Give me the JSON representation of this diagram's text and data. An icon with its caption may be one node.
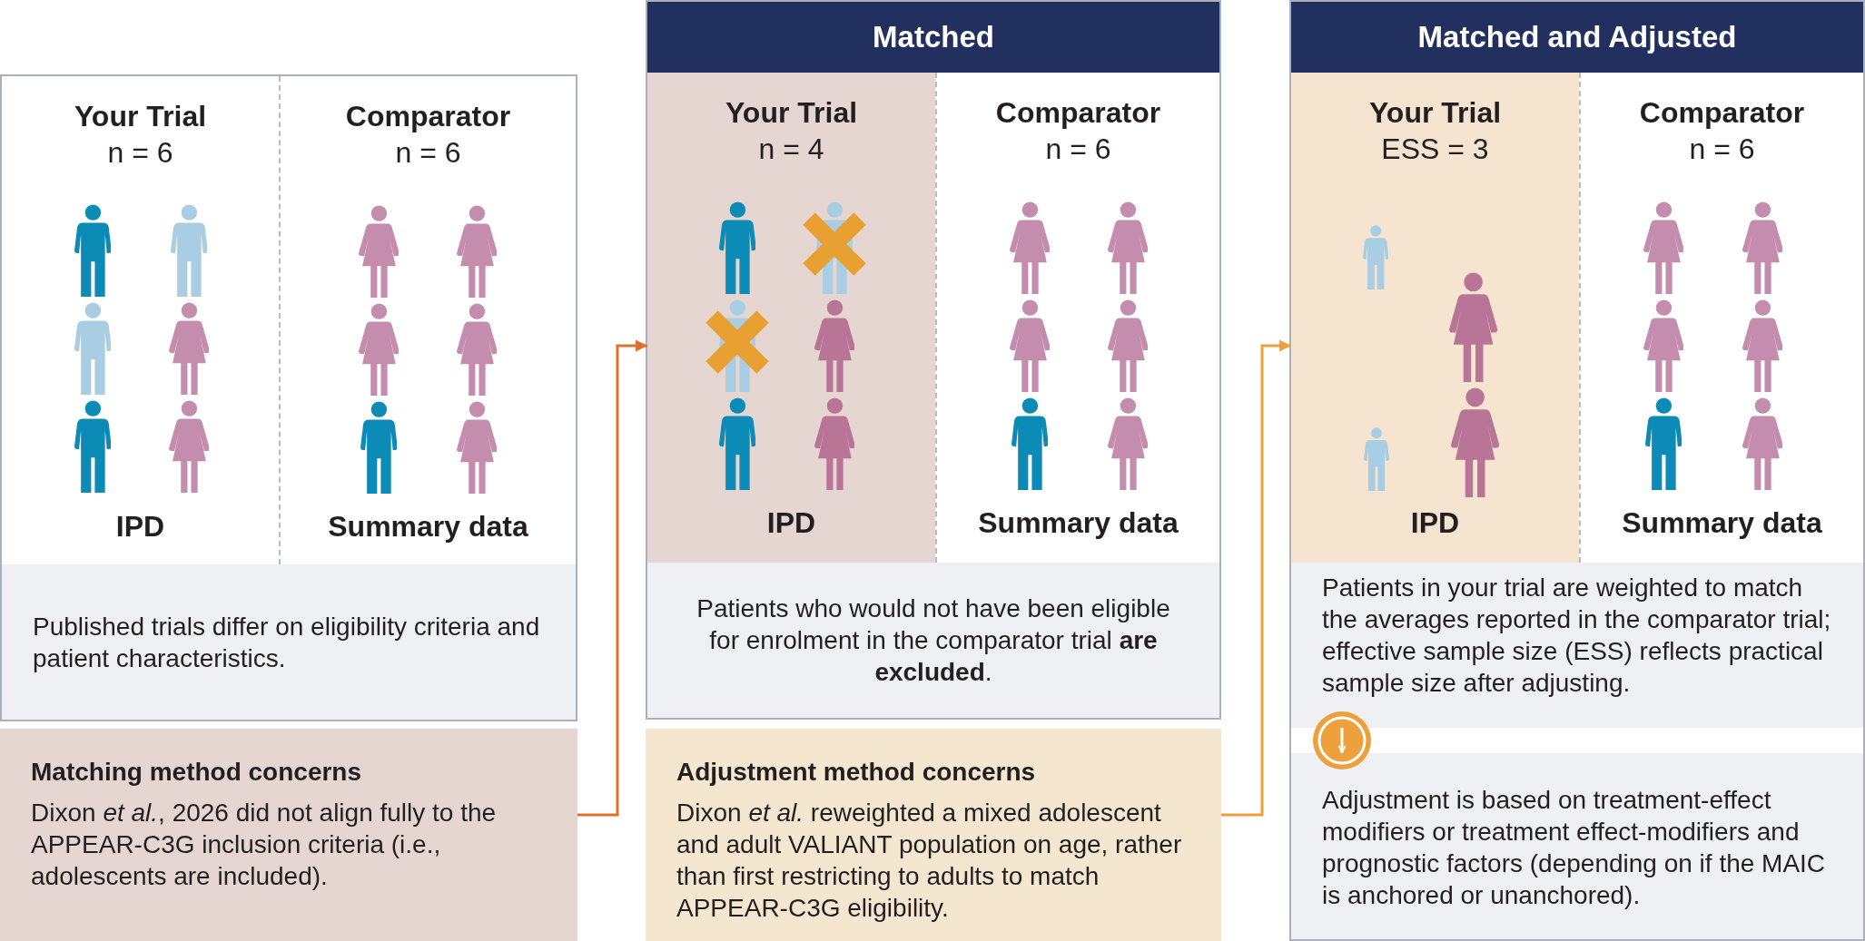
{
  "diagram": {
    "nodes": [
      {
        "text": [],
        "shape": "box"
      },
      {
        "text": [
          "Your Trial",
          "n = 6",
          "IPD"
        ],
        "in": 0
      },
      {
        "text": [
          "Comparator",
          "n = 6",
          "Summary data"
        ],
        "in": 0
      },
      {
        "text": [
          "Published trials differ on eligibility criteria and patient characteristics."
        ],
        "in": 0
      },
      {
        "text": [
          "Matching method concerns",
          "Dixon *et al.*, 2026 did not align fully to the APPEAR-C3G inclusion criteria (i.e., adolescents are included)."
        ]
      },
      {
        "text": [
          "Matched"
        ]
      },
      {
        "text": [
          "Your Trial",
          "n = 4",
          "IPD"
        ],
        "in": 5
      },
      {
        "text": [
          "Comparator",
          "n = 6",
          "Summary data"
        ],
        "in": 5
      },
      {
        "text": [
          "Patients who would not have been eligible for enrolment in the comparator trial **are excluded**."
        ],
        "in": 5
      },
      {
        "text": [
          "Adjustment method concerns",
          "Dixon *et al.* reweighted a mixed adolescent and adult VALIANT population on age, rather than first restricting to adults to match APPEAR-C3G eligibility."
        ]
      },
      {
        "text": [
          "Matched and Adjusted"
        ]
      },
      {
        "text": [
          "Your Trial",
          "ESS = 3",
          "IPD"
        ],
        "in": 10
      },
      {
        "text": [
          "Comparator",
          "n = 6",
          "Summary data"
        ],
        "in": 10
      },
      {
        "text": [
          "Patients in your trial are weighted to match the averages reported in the comparator trial; effective sample size (ESS) reflects practical sample size after adjusting."
        ],
        "in": 10
      },
      {
        "text": [
          "Adjustment is based on treatment-effect modifiers or treatment effect-modifiers and prognostic factors (depending on if the MAIC is anchored or unanchored)."
        ],
        "in": 10
      }
    ],
    "edges": [
      {
        "from": 4,
        "to": 6,
        "arrow": "to",
        "color": "#e0712c"
      },
      {
        "from": 9,
        "to": 11,
        "arrow": "to",
        "color": "#eda03b"
      },
      {
        "from": 13,
        "to": 14,
        "arrow": "to",
        "color": "#ffffff"
      }
    ]
  }
}
